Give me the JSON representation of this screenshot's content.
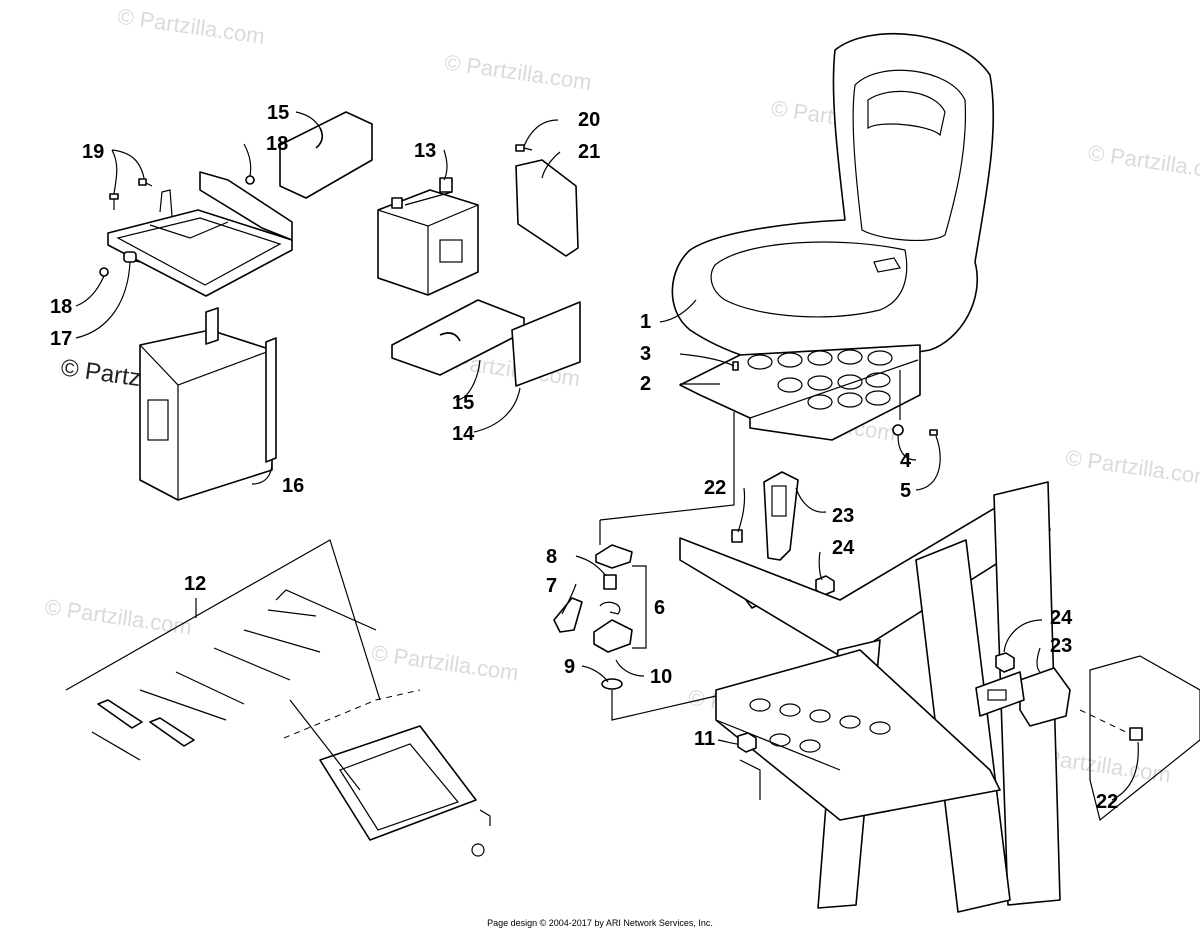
{
  "watermarks": [
    "© Partzilla.com",
    "© Partzilla.com",
    "© Partzilla.com",
    "© Partzilla.com",
    "© Partzilla.com",
    "© Partzilla.com",
    "© Partzilla.com",
    "© Partzilla.com",
    "© Partzilla.com",
    "© Partzilla.com",
    "© Partzilla.com"
  ],
  "watermark_dark": "© Partzilla.com",
  "callouts": {
    "c1": "1",
    "c2": "2",
    "c3": "3",
    "c4": "4",
    "c5": "5",
    "c6": "6",
    "c7": "7",
    "c8": "8",
    "c9": "9",
    "c10": "10",
    "c11": "11",
    "c12": "12",
    "c13": "13",
    "c14": "14",
    "c15a": "15",
    "c15b": "15",
    "c16": "16",
    "c17": "17",
    "c18a": "18",
    "c18b": "18",
    "c19": "19",
    "c20": "20",
    "c21": "21",
    "c22a": "22",
    "c22b": "22",
    "c23a": "23",
    "c23b": "23",
    "c24a": "24",
    "c24b": "24"
  },
  "footer": "Page design © 2004-2017 by ARI Network Services, Inc."
}
